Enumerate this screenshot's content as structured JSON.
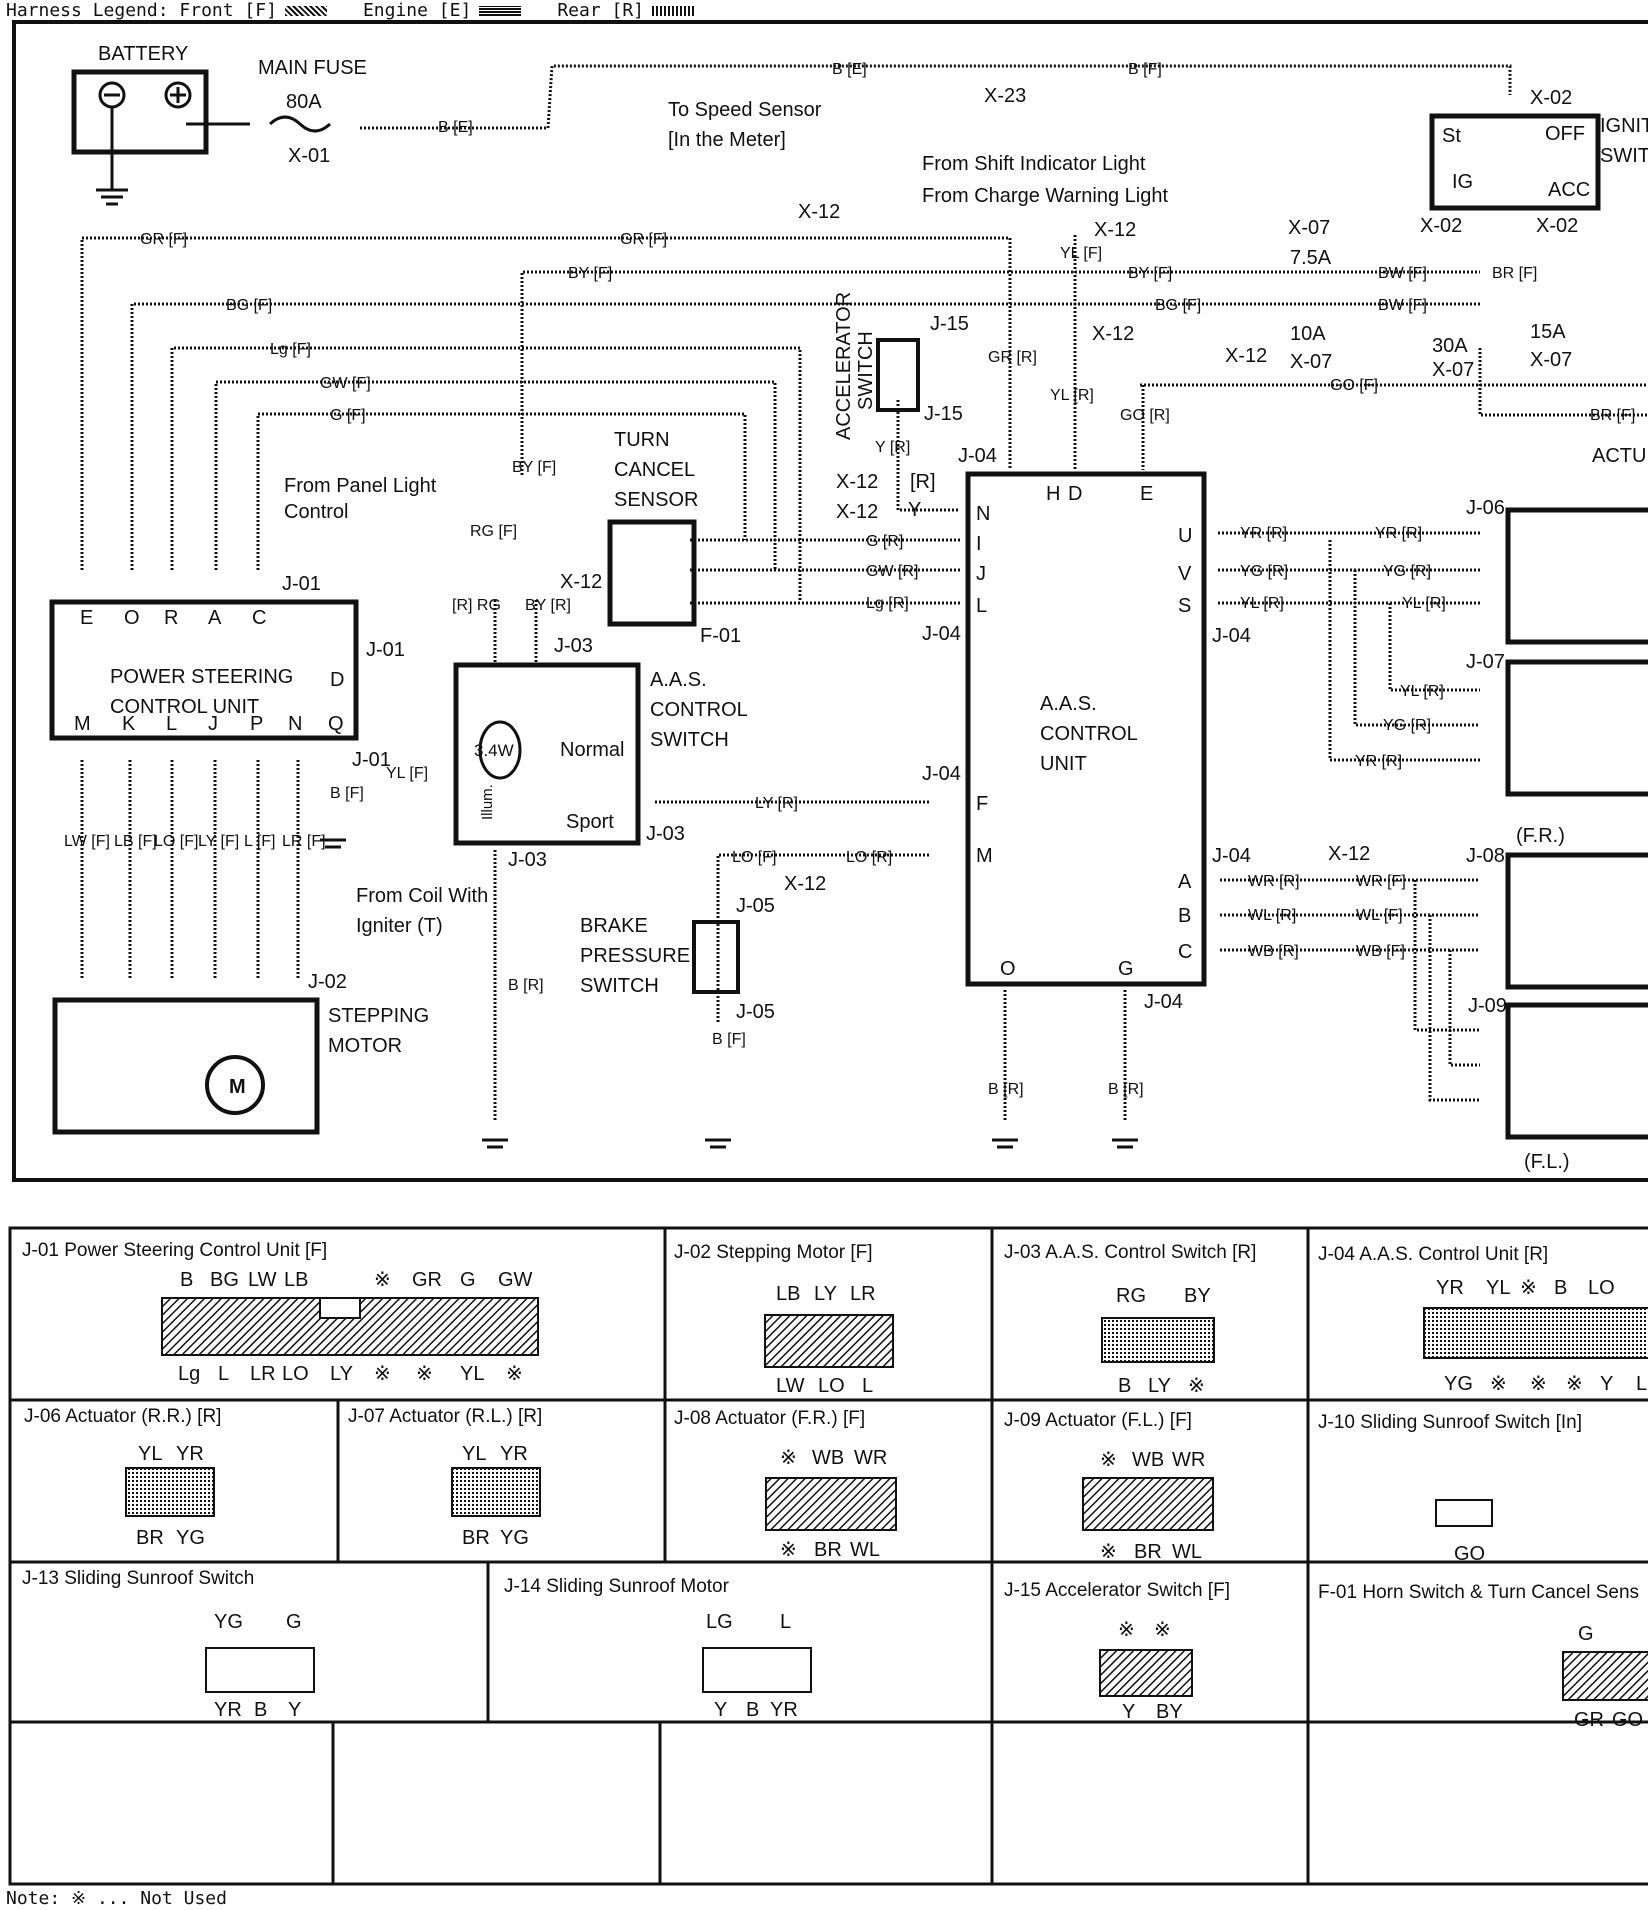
{
  "legend": {
    "front": "Harness Legend: Front [F]",
    "engine": "Engine [E]",
    "rear": "Rear [R]"
  },
  "note": "Note: ※ ... Not Used",
  "components": {
    "battery": "BATTERY",
    "main_fuse": "MAIN FUSE",
    "main_fuse_rating": "80A",
    "main_fuse_conn": "X-01",
    "ignition": "IGNIT",
    "ignition2": "SWIT",
    "ign_st": "St",
    "ign_off": "OFF",
    "ign_ig": "IG",
    "ign_acc": "ACC",
    "speed_sensor_1": "To Speed Sensor",
    "speed_sensor_2": "[In the Meter]",
    "shift_light": "From Shift Indicator Light",
    "charge_light": "From Charge Warning Light",
    "panel_light_1": "From Panel Light",
    "panel_light_2": "Control",
    "turn_cancel_1": "TURN",
    "turn_cancel_2": "CANCEL",
    "turn_cancel_3": "SENSOR",
    "accel_switch_1": "ACCELERATOR",
    "accel_switch_2": "SWITCH",
    "psu_1": "POWER STEERING",
    "psu_2": "CONTROL UNIT",
    "aas_sw_1": "A.A.S.",
    "aas_sw_2": "CONTROL",
    "aas_sw_3": "SWITCH",
    "aas_sw_bulb": "3.4W",
    "aas_sw_normal": "Normal",
    "aas_sw_sport": "Sport",
    "aas_sw_illum": "Illum.",
    "aas_unit_1": "A.A.S.",
    "aas_unit_2": "CONTROL",
    "aas_unit_3": "UNIT",
    "coil_1": "From Coil With",
    "coil_2": "Igniter (T)",
    "brake_1": "BRAKE",
    "brake_2": "PRESSURE",
    "brake_3": "SWITCH",
    "stepping_1": "STEPPING",
    "stepping_2": "MOTOR",
    "stepping_m": "M",
    "actu": "ACTU",
    "fr": "(F.R.)",
    "fl": "(F.L.)"
  },
  "wires": {
    "b_e": "B [E]",
    "b_f": "B [F]",
    "gr_f": "GR [F]",
    "by_f": "BY [F]",
    "bg_f": "BG [F]",
    "lg_f": "Lg [F]",
    "gw_f": "GW [F]",
    "g_f": "G [F]",
    "bw_f": "BW [F]",
    "br_f": "BR [F]",
    "go_f": "GO [F]",
    "yl_f": "YL [F]",
    "gr_r": "GR [R]",
    "yl_r": "YL [R]",
    "go_r": "GO [R]",
    "y_r": "Y [R]",
    "g_r": "G [R]",
    "gw_r": "GW [R]",
    "lg_r": "Lg [R]",
    "yr_r": "YR [R]",
    "yg_r": "YG [R]",
    "ly_r": "LY [R]",
    "lo_f": "LO [F]",
    "lo_r": "LO [R]",
    "wr_r": "WR [R]",
    "wl_r": "WL [R]",
    "wb_r": "WB [R]",
    "wr_f": "WR [F]",
    "wl_f": "WL [F]",
    "wb_f": "WB [F]",
    "rg_f": "RG [F]",
    "b_r": "B [R]",
    "lw_f": "LW [F]",
    "lb_f": "LB [F]",
    "lo_f2": "LO [F]",
    "ly_f": "LY [F]",
    "l_f": "L [F]",
    "lr_f": "LR [F]",
    "r_rg": "[R] RG",
    "by_r": "BY [R]",
    "y_": "Y"
  },
  "connectors": {
    "x23": "X-23",
    "x02": "X-02",
    "x12": "X-12",
    "x07": "X-07",
    "fuse_75": "7.5A",
    "fuse_10": "10A",
    "fuse_30": "30A",
    "fuse_15": "15A",
    "j01": "J-01",
    "j02": "J-02",
    "j03": "J-03",
    "j04": "J-04",
    "j05": "J-05",
    "j06": "J-06",
    "j07": "J-07",
    "j08": "J-08",
    "j09": "J-09",
    "j15": "J-15",
    "f01": "F-01",
    "r_bracket": "[R]"
  },
  "psu_pins_top": [
    "E",
    "O",
    "R",
    "A",
    "C"
  ],
  "psu_pins_bottom": [
    "M",
    "K",
    "L",
    "J",
    "P",
    "N",
    "Q"
  ],
  "psu_pin_d": "D",
  "aas_pins": {
    "H": "H",
    "D": "D",
    "E": "E",
    "N": "N",
    "I": "I",
    "J": "J",
    "L": "L",
    "F": "F",
    "M": "M",
    "O": "O",
    "G": "G",
    "U": "U",
    "V": "V",
    "S": "S",
    "A": "A",
    "B": "B",
    "C": "C"
  },
  "connector_table": [
    {
      "title": "J-01 Power Steering Control Unit [F]",
      "top": [
        "B",
        "BG",
        "LW",
        "LB",
        "※",
        "GR",
        "G",
        "GW"
      ],
      "bottom": [
        "Lg",
        "L",
        "LR",
        "LO",
        "LY",
        "※",
        "※",
        "YL",
        "※"
      ]
    },
    {
      "title": "J-02 Stepping Motor [F]",
      "top": [
        "LB",
        "LY",
        "LR"
      ],
      "bottom": [
        "LW",
        "LO",
        "L"
      ]
    },
    {
      "title": "J-03 A.A.S. Control Switch [R]",
      "top": [
        "RG",
        "BY"
      ],
      "bottom": [
        "B",
        "LY",
        "※"
      ]
    },
    {
      "title": "J-04 A.A.S. Control Unit [R]",
      "top": [
        "YR",
        "YL",
        "※",
        "B",
        "LO"
      ],
      "bottom": [
        "YG",
        "※",
        "※",
        "※",
        "Y",
        "L"
      ]
    },
    {
      "title": "J-06 Actuator (R.R.) [R]",
      "top": [
        "YL",
        "YR"
      ],
      "bottom": [
        "BR",
        "YG"
      ]
    },
    {
      "title": "J-07 Actuator (R.L.) [R]",
      "top": [
        "YL",
        "YR"
      ],
      "bottom": [
        "BR",
        "YG"
      ]
    },
    {
      "title": "J-08 Actuator (F.R.) [F]",
      "top": [
        "※",
        "WB",
        "WR"
      ],
      "bottom": [
        "※",
        "BR",
        "WL"
      ]
    },
    {
      "title": "J-09 Actuator (F.L.) [F]",
      "top": [
        "※",
        "WB",
        "WR"
      ],
      "bottom": [
        "※",
        "BR",
        "WL"
      ]
    },
    {
      "title": "J-10 Sliding Sunroof Switch [In]",
      "top": [],
      "bottom": [
        "GO"
      ]
    },
    {
      "title": "J-13 Sliding Sunroof Switch",
      "top": [
        "YG",
        "G"
      ],
      "bottom": [
        "YR",
        "B",
        "Y"
      ]
    },
    {
      "title": "J-14 Sliding Sunroof Motor",
      "top": [
        "LG",
        "L"
      ],
      "bottom": [
        "Y",
        "B",
        "YR"
      ]
    },
    {
      "title": "J-15 Accelerator Switch [F]",
      "top": [
        "※",
        "※"
      ],
      "bottom": [
        "Y",
        "BY"
      ]
    },
    {
      "title": "F-01 Horn Switch & Turn Cancel Sens",
      "top": [
        "G"
      ],
      "bottom": [
        "GR",
        "GO"
      ]
    }
  ]
}
